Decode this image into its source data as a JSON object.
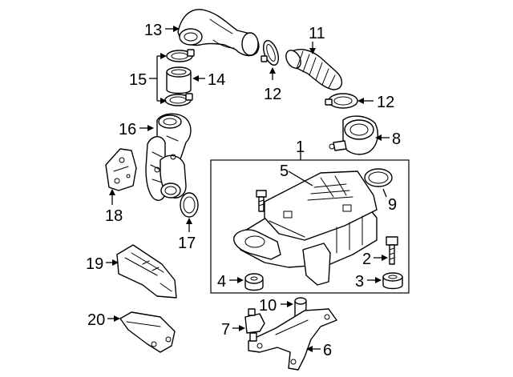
{
  "callouts": {
    "c1": "1",
    "c2": "2",
    "c3": "3",
    "c4": "4",
    "c5": "5",
    "c6": "6",
    "c7": "7",
    "c8": "8",
    "c9": "9",
    "c10": "10",
    "c11": "11",
    "c12a": "12",
    "c12b": "12",
    "c13": "13",
    "c14": "14",
    "c15": "15",
    "c16": "16",
    "c17": "17",
    "c18": "18",
    "c19": "19",
    "c20": "20"
  }
}
